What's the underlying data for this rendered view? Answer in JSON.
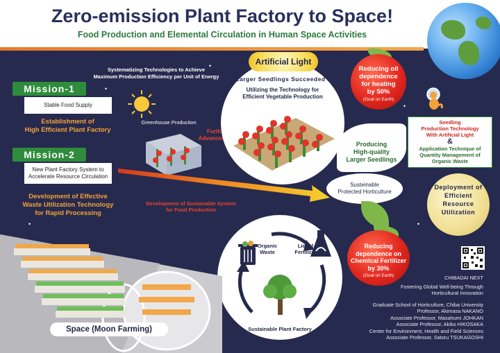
{
  "header": {
    "title": "Zero-emission Plant Factory to Space!",
    "subtitle": "Food Production and Elemental Circulation in Human Space Activities"
  },
  "intro": {
    "line1": "Systematizing Technologies to Achieve",
    "line2": "Maximum Production Efficiency per Unit of Energy"
  },
  "mission1": {
    "tag": "Mission-1",
    "box": "Stable Food Supply",
    "line1": "Establishment of",
    "line2": "High Efficient Plant Factory"
  },
  "mission2": {
    "tag": "Mission-2",
    "box_line1": "New Plant Factory System to",
    "box_line2": "Accelerate Resource Circulation",
    "line1": "Development of Effective",
    "line2": "Waste Utilization Technology",
    "line3": "for Rapid Processing"
  },
  "greenhouse": {
    "label": "Greenhouse Production",
    "further_line1": "Further",
    "further_line2": "Advancement"
  },
  "artificial_light": {
    "badge": "Artificial Light",
    "headline": "Larger Seedlings Succeeded !",
    "line1": "Utilizing the Technology for",
    "line2": "Efficient Vegetable Production"
  },
  "tomato_top": {
    "line1": "Reducing oil",
    "line2": "dependence",
    "line3": "for heating",
    "line4": "by 50%",
    "note": "(Goal on Earth)"
  },
  "seedlings": {
    "line1": "Producing",
    "line2": "High-quality",
    "line3": "Larger Seedlings"
  },
  "tech_box": {
    "line1": "Seedling",
    "line2": "Production Technology",
    "line3": "With Artificial Light",
    "amp": "&",
    "line4": "Application Technique of",
    "line5": "Quantity Management of",
    "line6": "Organic Waste"
  },
  "moon": {
    "line1": "Deployment of",
    "line2": "Efficient",
    "line3": "Resource",
    "line4": "Utilization"
  },
  "horticulture": {
    "line1": "Susteinable",
    "line2": "Protected Horticulture"
  },
  "sustainable_system": {
    "line1": "Development of Sustainable System",
    "line2": "for Food Production"
  },
  "cycle": {
    "organic_line1": "Organic",
    "organic_line2": "Waste",
    "liquid_line1": "Liquid",
    "liquid_line2": "Fertilizer",
    "factory": "Sustainable Plant Factory"
  },
  "tomato_bottom": {
    "line1": "Reducing",
    "line2": "dependence on",
    "line3": "Chemical Fertilizer",
    "line4": "by 30%",
    "note": "(Goal on Earth)"
  },
  "space_label": "Space (Moon Farming)",
  "credits": {
    "brand": "CHIBADAI NEXT",
    "tag1": "Fostering Global Well-being Through",
    "tag2": "Horticultural Innovation",
    "school": "Graduate School of Horticulture, Chiba University",
    "p1": "Professor, Akimasa NAKANO",
    "p2": "Associate Professor, Masahumi JOHKAN",
    "p3": "Associate Professor, Akiko HIKOSAKA",
    "center": "Center for Environment, Health and Field Sciences",
    "p4": "Associate Professor, Satoru TSUKAGOSHI"
  },
  "colors": {
    "navy": "#262a4e",
    "title": "#2a2f5c",
    "subtitle_green": "#2c7a3c",
    "mission_green": "#2f8c3c",
    "orange": "#f3a23a",
    "tomato": "#e2261e"
  }
}
